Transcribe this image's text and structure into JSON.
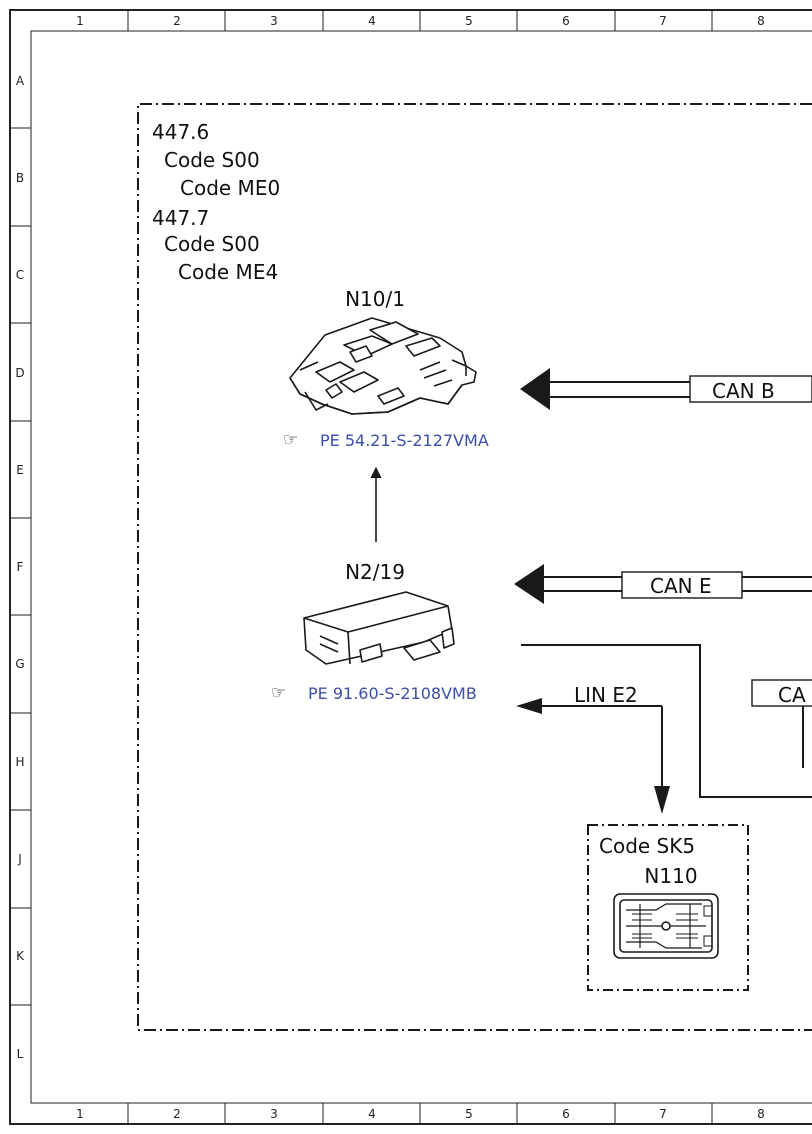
{
  "grid": {
    "columns": [
      "1",
      "2",
      "3",
      "4",
      "5",
      "6",
      "7",
      "8"
    ],
    "rows": [
      "A",
      "B",
      "C",
      "D",
      "E",
      "F",
      "G",
      "H",
      "J",
      "K",
      "L"
    ]
  },
  "codes": [
    {
      "model": "447.6",
      "code1": "Code S00",
      "code2": "Code ME0"
    },
    {
      "model": "447.7",
      "code1": "Code S00",
      "code2": "Code ME4"
    }
  ],
  "components": {
    "n10_1": {
      "name": "N10/1",
      "ref": "PE 54.21-S-2127VMA",
      "ref_icon": "pointing-hand-icon"
    },
    "n2_19": {
      "name": "N2/19",
      "ref": "PE 91.60-S-2108VMB",
      "ref_icon": "pointing-hand-icon"
    },
    "n110": {
      "code": "Code SK5",
      "name": "N110"
    }
  },
  "buses": {
    "can_b": "CAN B",
    "can_e": "CAN E",
    "can_partial": "CA",
    "lin_e2": "LIN E2"
  },
  "colors": {
    "link": "#3b4ea8",
    "line": "#1a1a1a"
  }
}
